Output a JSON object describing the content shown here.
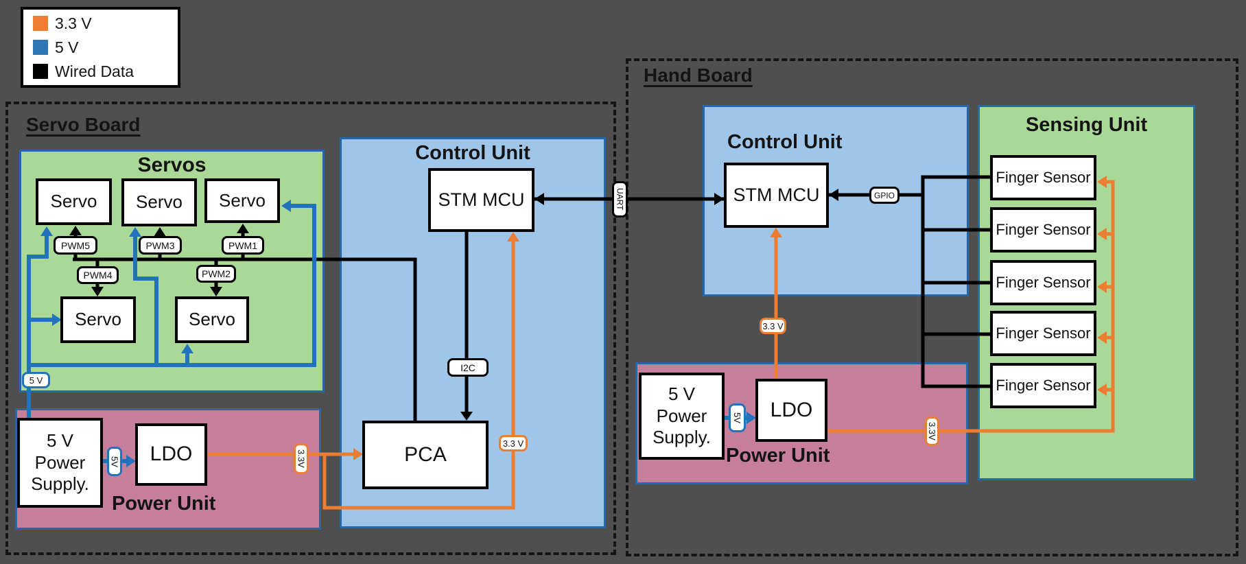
{
  "colors": {
    "background": "#4F4F4F",
    "green_fill": "#AAD896",
    "blue_fill": "#9FC5E8",
    "pink_fill": "#C77E9B",
    "container_border": "#2467AC",
    "orange_wire": "#ED7D31",
    "blue_wire": "#2273BD",
    "black_wire": "#000000"
  },
  "legend": {
    "items": [
      {
        "label": "3.3 V",
        "color": "#ED7D31"
      },
      {
        "label": "5 V",
        "color": "#2E75B6"
      },
      {
        "label": "Wired Data",
        "color": "#000000"
      }
    ]
  },
  "servo_board": {
    "title": "Servo Board",
    "servos_unit": {
      "title": "Servos",
      "servos": [
        "Servo",
        "Servo",
        "Servo",
        "Servo",
        "Servo"
      ],
      "pwm": [
        "PWM5",
        "PWM3",
        "PWM1",
        "PWM4",
        "PWM2"
      ]
    },
    "power_unit": {
      "title": "Power Unit",
      "supply": "5 V Power Supply.",
      "ldo": "LDO",
      "label_5v_wire": "5 V",
      "label_5v": "5V",
      "label_33v": "3.3V"
    },
    "control_unit": {
      "title": "Control Unit",
      "mcu": "STM MCU",
      "pca": "PCA",
      "label_i2c": "I2C",
      "label_33v": "3.3 V"
    }
  },
  "link": {
    "label_uart": "UART"
  },
  "hand_board": {
    "title": "Hand Board",
    "control_unit": {
      "title": "Control Unit",
      "mcu": "STM MCU",
      "label_gpio": "GPIO",
      "label_33v": "3.3 V"
    },
    "sensing_unit": {
      "title": "Sensing Unit",
      "sensors": [
        "Finger Sensor",
        "Finger Sensor",
        "Finger Sensor",
        "Finger Sensor",
        "Finger Sensor"
      ]
    },
    "power_unit": {
      "title": "Power Unit",
      "supply": "5 V Power Supply.",
      "ldo": "LDO",
      "label_5v": "5V",
      "label_33v": "3.3V"
    }
  }
}
